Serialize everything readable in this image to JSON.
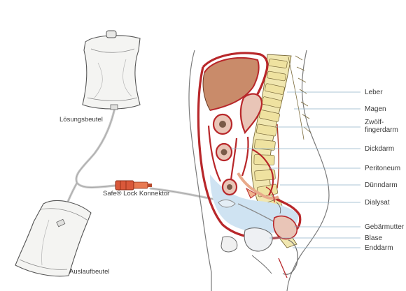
{
  "bags": {
    "solution_label": "Lösungsbeutel",
    "drain_label": "Auslaufbeutel"
  },
  "connector": {
    "label": "Safe® Lock Konnektor"
  },
  "anatomy_labels": [
    "Leber",
    "Magen",
    "Zwölf-",
    "fingerdarm",
    "Dickdarm",
    "Peritoneum",
    "Dünndarm",
    "Dialysat",
    "Gebärmutter",
    "Blase",
    "Enddarm"
  ],
  "colors": {
    "peritoneum": "#b8272a",
    "liver": "#c98b6a",
    "dialysate": "#cfe3f2",
    "spine": "#f1e7b0",
    "bag": "#f4f4f2",
    "connector": "#d9583a"
  }
}
